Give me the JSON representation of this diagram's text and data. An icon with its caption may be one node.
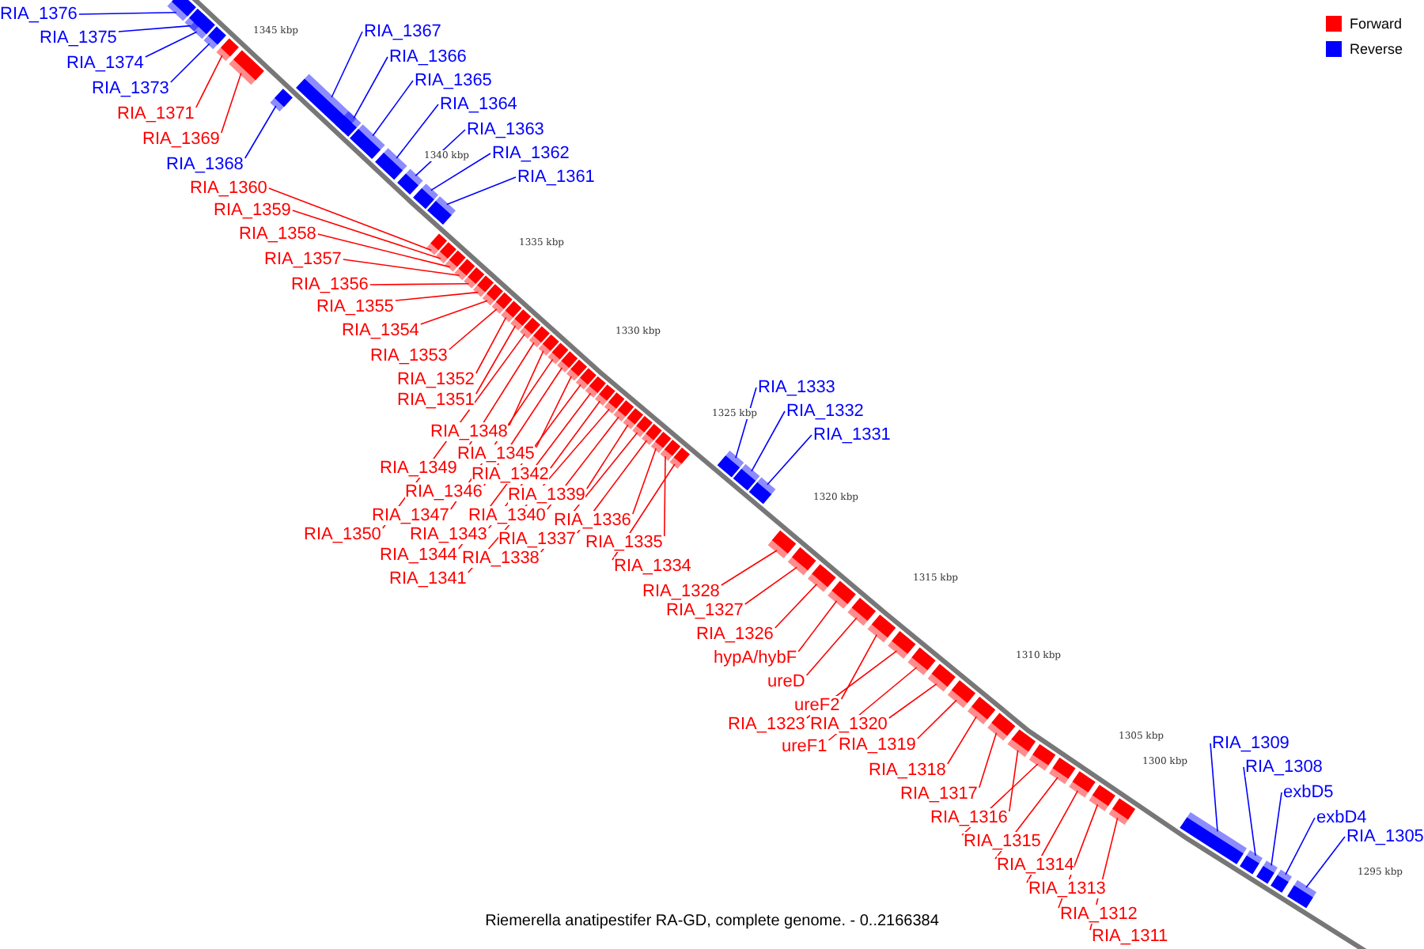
{
  "diagram": {
    "caption": "Riemerella anatipestifer RA-GD, complete genome. - 0..2166384",
    "nodes": [
      {
        "text": [
          "RIA_1376"
        ]
      },
      {
        "text": [
          "RIA_1367"
        ]
      },
      {
        "text": [
          "RIA_1375"
        ]
      },
      {
        "text": [
          "RIA_1366"
        ]
      },
      {
        "text": [
          "RIA_1374"
        ]
      },
      {
        "text": [
          "RIA_1365"
        ]
      },
      {
        "text": [
          "RIA_1373"
        ]
      },
      {
        "text": [
          "RIA_1364"
        ]
      },
      {
        "text": [
          "RIA_1371"
        ]
      },
      {
        "text": [
          "RIA_1363"
        ]
      },
      {
        "text": [
          "RIA_1369"
        ]
      },
      {
        "text": [
          "RIA_1362"
        ]
      },
      {
        "text": [
          "RIA_1368"
        ]
      },
      {
        "text": [
          "RIA_1361"
        ]
      },
      {
        "text": [
          "RIA_1360"
        ]
      },
      {
        "text": [
          "RIA_1359"
        ]
      },
      {
        "text": [
          "RIA_1358"
        ]
      },
      {
        "text": [
          "RIA_1357"
        ]
      },
      {
        "text": [
          "RIA_1356"
        ]
      },
      {
        "text": [
          "RIA_1355"
        ]
      },
      {
        "text": [
          "RIA_1354"
        ]
      },
      {
        "text": [
          "RIA_1353"
        ]
      },
      {
        "text": [
          "RIA_1352"
        ]
      },
      {
        "text": [
          "RIA_1333"
        ]
      },
      {
        "text": [
          "RIA_1351"
        ]
      },
      {
        "text": [
          "RIA_1332"
        ]
      },
      {
        "text": [
          "RIA_1348"
        ]
      },
      {
        "text": [
          "RIA_1331"
        ]
      },
      {
        "text": [
          "RIA_1345"
        ]
      },
      {
        "text": [
          "RIA_1349"
        ]
      },
      {
        "text": [
          "RIA_1342"
        ]
      },
      {
        "text": [
          "RIA_1346"
        ]
      },
      {
        "text": [
          "RIA_1339"
        ]
      },
      {
        "text": [
          "RIA_1347"
        ]
      },
      {
        "text": [
          "RIA_1340"
        ]
      },
      {
        "text": [
          "RIA_1336"
        ]
      },
      {
        "text": [
          "RIA_1350"
        ]
      },
      {
        "text": [
          "RIA_1343"
        ]
      },
      {
        "text": [
          "RIA_1337"
        ]
      },
      {
        "text": [
          "RIA_1335"
        ]
      },
      {
        "text": [
          "RIA_1344"
        ]
      },
      {
        "text": [
          "RIA_1338"
        ]
      },
      {
        "text": [
          "RIA_1341"
        ]
      },
      {
        "text": [
          "RIA_1334"
        ]
      },
      {
        "text": [
          "RIA_1328"
        ]
      },
      {
        "text": [
          "RIA_1327"
        ]
      },
      {
        "text": [
          "RIA_1326"
        ]
      },
      {
        "text": [
          "hypA/hybF"
        ]
      },
      {
        "text": [
          "ureD"
        ]
      },
      {
        "text": [
          "ureF2"
        ]
      },
      {
        "text": [
          "RIA_1323"
        ]
      },
      {
        "text": [
          "RIA_1320"
        ]
      },
      {
        "text": [
          "RIA_1309"
        ]
      },
      {
        "text": [
          "ureF1"
        ]
      },
      {
        "text": [
          "RIA_1319"
        ]
      },
      {
        "text": [
          "RIA_1308"
        ]
      },
      {
        "text": [
          "RIA_1318"
        ]
      },
      {
        "text": [
          "exbD5"
        ]
      },
      {
        "text": [
          "RIA_1317"
        ]
      },
      {
        "text": [
          "exbD4"
        ]
      },
      {
        "text": [
          "RIA_1316"
        ]
      },
      {
        "text": [
          "RIA_1305"
        ]
      },
      {
        "text": [
          "RIA_1315"
        ]
      },
      {
        "text": [
          "RIA_1314"
        ]
      },
      {
        "text": [
          "RIA_1313"
        ]
      },
      {
        "text": [
          "RIA_1312"
        ]
      },
      {
        "text": [
          "RIA_1311"
        ]
      },
      {
        "text": [],
        "shape": "bar"
      },
      {
        "text": [],
        "shape": "bar"
      },
      {
        "text": [],
        "shape": "bar"
      },
      {
        "text": [],
        "shape": "bar"
      },
      {
        "text": [],
        "shape": "bar"
      },
      {
        "text": [],
        "shape": "bar"
      },
      {
        "text": [],
        "shape": "bar"
      },
      {
        "text": [],
        "shape": "bar"
      },
      {
        "text": [],
        "shape": "bar"
      },
      {
        "text": [],
        "shape": "bar"
      },
      {
        "text": [],
        "shape": "bar"
      },
      {
        "text": [],
        "shape": "bar"
      },
      {
        "text": [],
        "shape": "bar"
      },
      {
        "text": [],
        "shape": "bar"
      },
      {
        "text": [],
        "shape": "bar"
      },
      {
        "text": [],
        "shape": "bar"
      },
      {
        "text": [],
        "shape": "bar"
      },
      {
        "text": [],
        "shape": "bar"
      },
      {
        "text": [],
        "shape": "bar"
      },
      {
        "text": [],
        "shape": "bar"
      },
      {
        "text": [],
        "shape": "bar"
      },
      {
        "text": [],
        "shape": "bar"
      },
      {
        "text": [],
        "shape": "bar"
      },
      {
        "text": [],
        "shape": "bar"
      },
      {
        "text": [],
        "shape": "bar"
      },
      {
        "text": [],
        "shape": "bar"
      },
      {
        "text": [],
        "shape": "bar"
      },
      {
        "text": [],
        "shape": "bar"
      },
      {
        "text": [],
        "shape": "bar"
      },
      {
        "text": [],
        "shape": "bar"
      },
      {
        "text": [],
        "shape": "bar"
      },
      {
        "text": [],
        "shape": "bar"
      },
      {
        "text": [],
        "shape": "bar"
      },
      {
        "text": [],
        "shape": "bar"
      },
      {
        "text": [],
        "shape": "bar"
      },
      {
        "text": [],
        "shape": "bar"
      },
      {
        "text": [],
        "shape": "bar"
      },
      {
        "text": [],
        "shape": "bar"
      },
      {
        "text": [],
        "shape": "bar"
      },
      {
        "text": [],
        "shape": "bar"
      },
      {
        "text": [],
        "shape": "bar"
      },
      {
        "text": [],
        "shape": "bar"
      },
      {
        "text": [],
        "shape": "bar"
      },
      {
        "text": [],
        "shape": "bar"
      },
      {
        "text": [],
        "shape": "bar"
      },
      {
        "text": [],
        "shape": "bar"
      },
      {
        "text": [],
        "shape": "bar"
      },
      {
        "text": [],
        "shape": "bar"
      },
      {
        "text": [],
        "shape": "bar"
      },
      {
        "text": [],
        "shape": "bar"
      },
      {
        "text": [],
        "shape": "bar"
      },
      {
        "text": [],
        "shape": "bar"
      },
      {
        "text": [],
        "shape": "bar"
      },
      {
        "text": [],
        "shape": "bar"
      },
      {
        "text": [],
        "shape": "bar"
      },
      {
        "text": [],
        "shape": "bar"
      },
      {
        "text": [],
        "shape": "bar"
      },
      {
        "text": [],
        "shape": "bar"
      },
      {
        "text": [],
        "shape": "bar"
      },
      {
        "text": [],
        "shape": "bar"
      },
      {
        "text": [],
        "shape": "bar"
      },
      {
        "text": [],
        "shape": "bar"
      },
      {
        "text": [],
        "shape": "bar"
      },
      {
        "text": [],
        "shape": "bar"
      },
      {
        "text": [],
        "shape": "bar"
      },
      {
        "text": [],
        "shape": "bar"
      },
      {
        "text": [],
        "shape": "bar"
      }
    ],
    "edges": [
      {
        "from": 0,
        "to": 67,
        "arrow": "none",
        "color": "#0000ff"
      },
      {
        "from": 1,
        "to": 74,
        "arrow": "none",
        "color": "#0000ff"
      },
      {
        "from": 2,
        "to": 68,
        "arrow": "none",
        "color": "#0000ff"
      },
      {
        "from": 3,
        "to": 75,
        "arrow": "none",
        "color": "#0000ff"
      },
      {
        "from": 4,
        "to": 69,
        "arrow": "none",
        "color": "#0000ff"
      },
      {
        "from": 5,
        "to": 76,
        "arrow": "none",
        "color": "#0000ff"
      },
      {
        "from": 6,
        "to": 70,
        "arrow": "none",
        "color": "#0000ff"
      },
      {
        "from": 7,
        "to": 77,
        "arrow": "none",
        "color": "#0000ff"
      },
      {
        "from": 8,
        "to": 71,
        "arrow": "none"
      },
      {
        "from": 9,
        "to": 78,
        "arrow": "none",
        "color": "#0000ff"
      },
      {
        "from": 10,
        "to": 72,
        "arrow": "none"
      },
      {
        "from": 11,
        "to": 79,
        "arrow": "none",
        "color": "#0000ff"
      },
      {
        "from": 12,
        "to": 73,
        "arrow": "none",
        "color": "#0000ff"
      },
      {
        "from": 13,
        "to": 80,
        "arrow": "none",
        "color": "#0000ff"
      },
      {
        "from": 14,
        "to": 81,
        "arrow": "none"
      },
      {
        "from": 15,
        "to": 82,
        "arrow": "none"
      },
      {
        "from": 16,
        "to": 83,
        "arrow": "none"
      },
      {
        "from": 17,
        "to": 84,
        "arrow": "none"
      },
      {
        "from": 18,
        "to": 85,
        "arrow": "none"
      },
      {
        "from": 19,
        "to": 86,
        "arrow": "none"
      },
      {
        "from": 20,
        "to": 87,
        "arrow": "none"
      },
      {
        "from": 21,
        "to": 88,
        "arrow": "none"
      },
      {
        "from": 22,
        "to": 89,
        "arrow": "none"
      },
      {
        "from": 23,
        "to": 108,
        "arrow": "none",
        "color": "#0000ff"
      },
      {
        "from": 24,
        "to": 90,
        "arrow": "none"
      },
      {
        "from": 25,
        "to": 109,
        "arrow": "none",
        "color": "#0000ff"
      },
      {
        "from": 26,
        "to": 93,
        "arrow": "none"
      },
      {
        "from": 27,
        "to": 110,
        "arrow": "none",
        "color": "#0000ff"
      },
      {
        "from": 28,
        "to": 96,
        "arrow": "none"
      },
      {
        "from": 29,
        "to": 92,
        "arrow": "none"
      },
      {
        "from": 30,
        "to": 99,
        "arrow": "none"
      },
      {
        "from": 31,
        "to": 95,
        "arrow": "none"
      },
      {
        "from": 32,
        "to": 102,
        "arrow": "none"
      },
      {
        "from": 33,
        "to": 94,
        "arrow": "none"
      },
      {
        "from": 34,
        "to": 101,
        "arrow": "none"
      },
      {
        "from": 35,
        "to": 105,
        "arrow": "none"
      },
      {
        "from": 36,
        "to": 91,
        "arrow": "none"
      },
      {
        "from": 37,
        "to": 98,
        "arrow": "none"
      },
      {
        "from": 38,
        "to": 104,
        "arrow": "none"
      },
      {
        "from": 39,
        "to": 106,
        "arrow": "none"
      },
      {
        "from": 40,
        "to": 97,
        "arrow": "none"
      },
      {
        "from": 41,
        "to": 103,
        "arrow": "none"
      },
      {
        "from": 42,
        "to": 100,
        "arrow": "none"
      },
      {
        "from": 43,
        "to": 107,
        "arrow": "none"
      },
      {
        "from": 44,
        "to": 111,
        "arrow": "none"
      },
      {
        "from": 45,
        "to": 112,
        "arrow": "none"
      },
      {
        "from": 46,
        "to": 113,
        "arrow": "none"
      },
      {
        "from": 47,
        "to": 114,
        "arrow": "none"
      },
      {
        "from": 48,
        "to": 115,
        "arrow": "none"
      },
      {
        "from": 49,
        "to": 116,
        "arrow": "none"
      },
      {
        "from": 50,
        "to": 117,
        "arrow": "none"
      },
      {
        "from": 51,
        "to": 119,
        "arrow": "none"
      },
      {
        "from": 52,
        "to": 129,
        "arrow": "none",
        "color": "#0000ff"
      },
      {
        "from": 53,
        "to": 118,
        "arrow": "none"
      },
      {
        "from": 54,
        "to": 120,
        "arrow": "none"
      },
      {
        "from": 55,
        "to": 130,
        "arrow": "none",
        "color": "#0000ff"
      },
      {
        "from": 56,
        "to": 121,
        "arrow": "none"
      },
      {
        "from": 57,
        "to": 131,
        "arrow": "none",
        "color": "#0000ff"
      },
      {
        "from": 58,
        "to": 122,
        "arrow": "none"
      },
      {
        "from": 59,
        "to": 132,
        "arrow": "none",
        "color": "#0000ff"
      },
      {
        "from": 60,
        "to": 123,
        "arrow": "none"
      },
      {
        "from": 61,
        "to": 133,
        "arrow": "none",
        "color": "#0000ff"
      },
      {
        "from": 62,
        "to": 124,
        "arrow": "none"
      },
      {
        "from": 63,
        "to": 125,
        "arrow": "none"
      },
      {
        "from": 64,
        "to": 126,
        "arrow": "none"
      },
      {
        "from": 65,
        "to": 127,
        "arrow": "none"
      },
      {
        "from": 66,
        "to": 128,
        "arrow": "none"
      }
    ],
    "labels": [
      "1345 kbp",
      "1340 kbp",
      "1335 kbp",
      "1330 kbp",
      "1325 kbp",
      "1320 kbp",
      "1315 kbp",
      "1310 kbp",
      "1305 kbp",
      "1300 kbp",
      "1295 kbp"
    ],
    "legend": [
      {
        "text": "Forward",
        "color": "#ff0000"
      },
      {
        "text": "Reverse",
        "color": "#0000ff"
      }
    ]
  }
}
